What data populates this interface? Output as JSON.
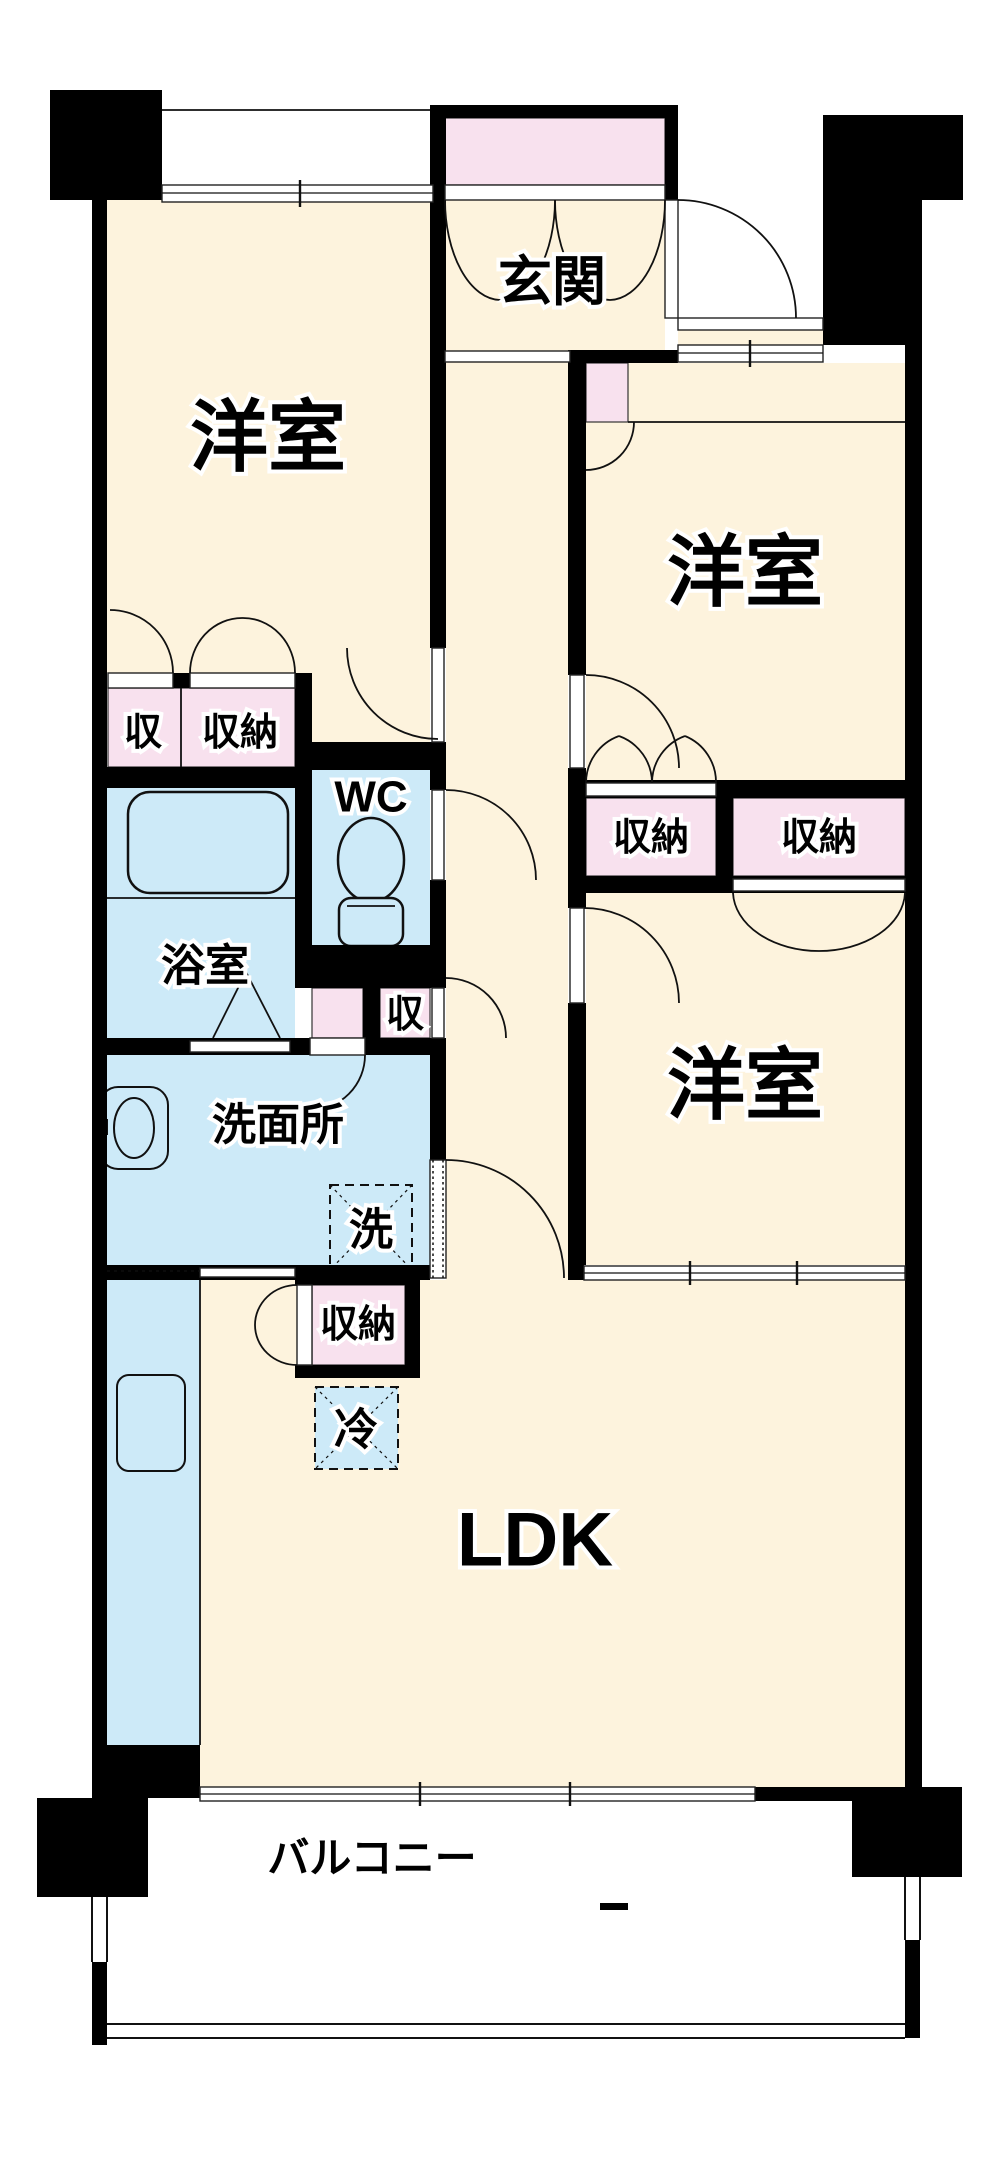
{
  "floorplan": {
    "type": "japanese-apartment-floorplan",
    "labels": {
      "entrance": "玄関",
      "room1": "洋室",
      "room2": "洋室",
      "room3": "洋室",
      "ldk": "LDK",
      "balcony": "バルコニー",
      "bathroom": "浴室",
      "washroom": "洗面所",
      "wc": "WC",
      "closet_small_room1": "収",
      "closet_room1": "収納",
      "closet_room2": "収納",
      "closet_room3": "収納",
      "closet_hall": "収",
      "closet_ldk": "収納",
      "washer": "洗",
      "fridge": "冷"
    },
    "colors": {
      "floor": "#fdf3dd",
      "wet_area": "#cdeaf8",
      "storage": "#f8e1ee",
      "wall": "#000000",
      "background": "#ffffff"
    }
  }
}
